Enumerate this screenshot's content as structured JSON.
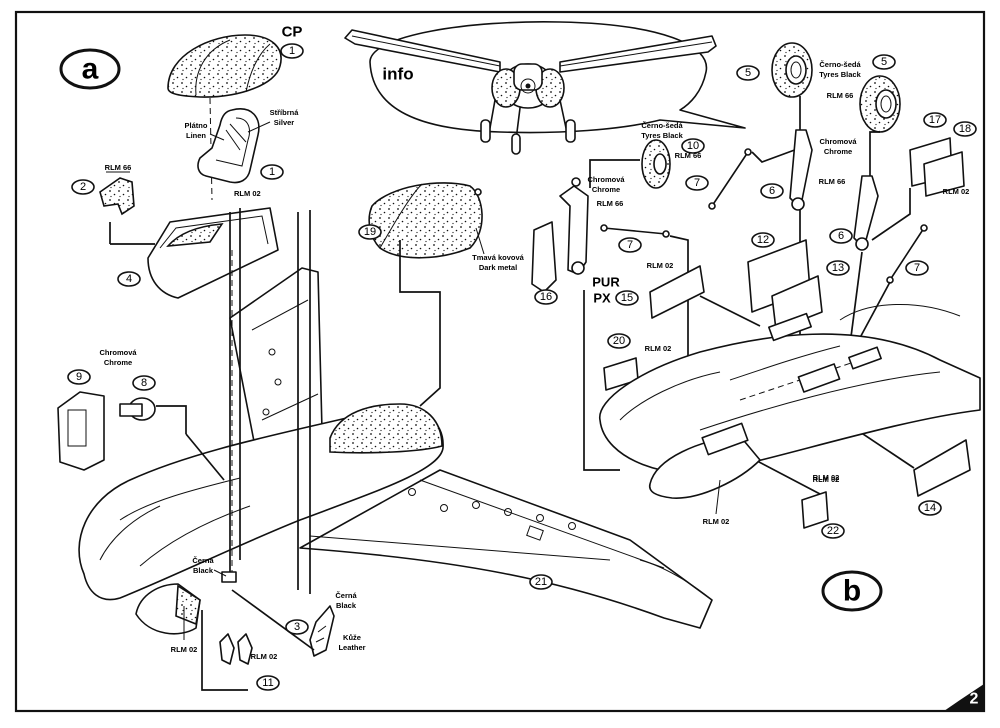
{
  "page_number": "2",
  "panels": {
    "a": "a",
    "b": "b",
    "info": "info",
    "cp": "CP"
  },
  "parts": {
    "p1": "1",
    "p2": "2",
    "p3": "3",
    "p4": "4",
    "p5": "5",
    "p6": "6",
    "p7": "7",
    "p8": "8",
    "p9": "9",
    "p10": "10",
    "p11": "11",
    "p12": "12",
    "p13": "13",
    "p14": "14",
    "p15": "15",
    "p16": "16",
    "p17": "17",
    "p18": "18",
    "p19": "19",
    "p20": "20",
    "p21": "21",
    "p22": "22"
  },
  "labels": {
    "rlm66": "RLM 66",
    "rlm02": "RLM 02",
    "stribrna": "Stříbrná",
    "silver": "Silver",
    "platno": "Plátno",
    "linen": "Linen",
    "chromova": "Chromová",
    "chrome": "Chrome",
    "tmava_kovova": "Tmavá kovová",
    "dark_metal": "Dark metal",
    "cerno_seda": "Černo-šedá",
    "tyres_black": "Tyres Black",
    "cerna": "Černá",
    "black": "Black",
    "kuze": "Kůže",
    "leather": "Leather",
    "pur": "PUR",
    "px": "PX"
  }
}
